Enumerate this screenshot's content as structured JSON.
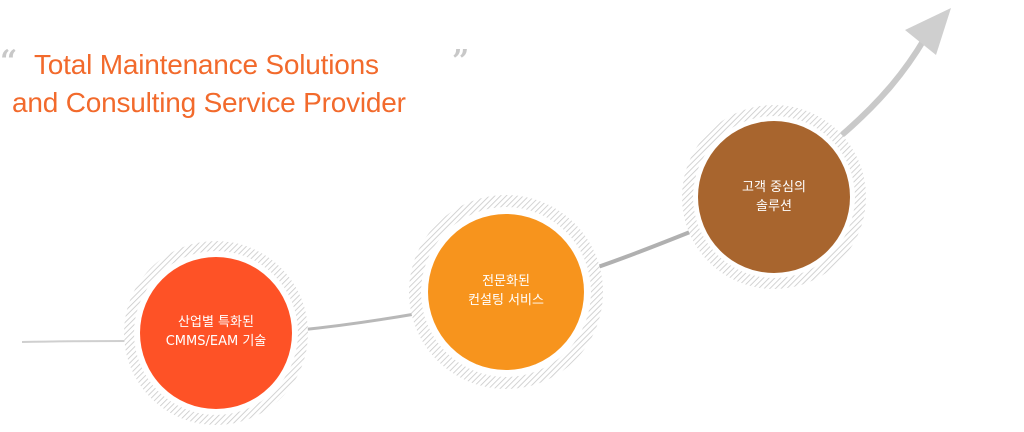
{
  "headline": {
    "line1": "Total Maintenance Solutions",
    "line2": "and Consulting Service Provider",
    "open_quote": "“",
    "close_quote": "”"
  },
  "milestones": [
    {
      "line1": "산업별 특화된",
      "line2": "CMMS/EAM 기술",
      "color": "#fe5226"
    },
    {
      "line1": "전문화된",
      "line2": "컨설팅 서비스",
      "color": "#f7941d"
    },
    {
      "line1": "고객 중심의",
      "line2": "솔루션",
      "color": "#a8652e"
    }
  ],
  "colors": {
    "headline": "#f26a2c",
    "quote": "#c8c8c8",
    "curve": "#b5b5b5",
    "hatch": "#c9c9c9"
  }
}
